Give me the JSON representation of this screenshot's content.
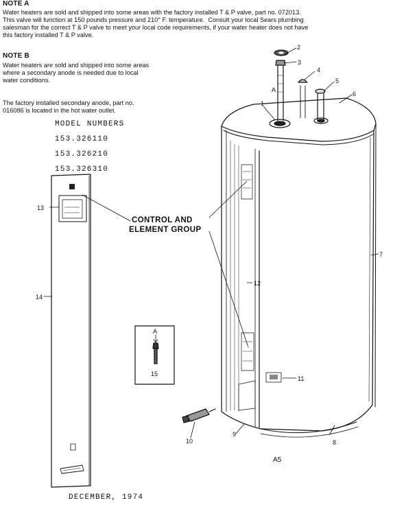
{
  "note_a": {
    "heading": "NOTE A",
    "lines": [
      "Water heaters are sold and shipped into some areas with the factory installed T & P valve, part no. 072013.",
      "This valve will function at 150 pounds pressure and 210° F. temperature.  Consult your local Sears plumbing",
      "salesman for the correct T & P valve to meet your local code requirements, if your water heater does not have",
      "this factory installed T & P valve."
    ]
  },
  "note_b": {
    "heading": "NOTE B",
    "lines": [
      "Water heaters are sold and shipped into some areas",
      "where a secondary anode is needed due to local",
      "water conditions.",
      "",
      "The factory installed secondary anode, part no.",
      "016086 is located in the hot water outlet."
    ]
  },
  "model_numbers": {
    "heading": "MODEL NUMBERS",
    "items": [
      "153.326110",
      "153.326210",
      "153.326310"
    ]
  },
  "group_label": {
    "line1": "CONTROL AND",
    "line2": "ELEMENT GROUP"
  },
  "callouts": {
    "c1": "1",
    "c2": "2",
    "c3": "3",
    "c4": "4",
    "c5": "5",
    "c6": "6",
    "c7": "7",
    "c8": "8",
    "c9": "9",
    "c10": "10",
    "c11": "11",
    "c12": "12",
    "c13": "13",
    "c14": "14",
    "c15": "15",
    "a_top": "A",
    "a_inset": "A"
  },
  "page_code": "A5",
  "date": "DECEMBER, 1974"
}
